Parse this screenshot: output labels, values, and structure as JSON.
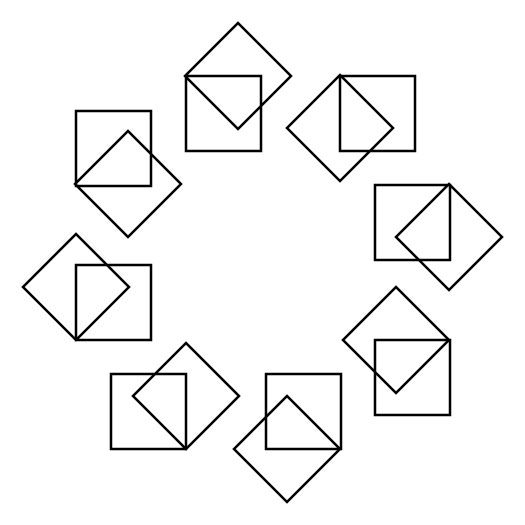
{
  "figure": {
    "stroke_color": "#000000",
    "background_color": "#ffffff",
    "pair_count": 8,
    "pairs": [
      {
        "name": "pair-top",
        "direction": "up"
      },
      {
        "name": "pair-upper-right",
        "direction": "left"
      },
      {
        "name": "pair-right",
        "direction": "right"
      },
      {
        "name": "pair-lower-right",
        "direction": "up"
      },
      {
        "name": "pair-bottom",
        "direction": "down"
      },
      {
        "name": "pair-lower-left",
        "direction": "right"
      },
      {
        "name": "pair-left",
        "direction": "left"
      },
      {
        "name": "pair-upper-left",
        "direction": "down"
      }
    ]
  }
}
